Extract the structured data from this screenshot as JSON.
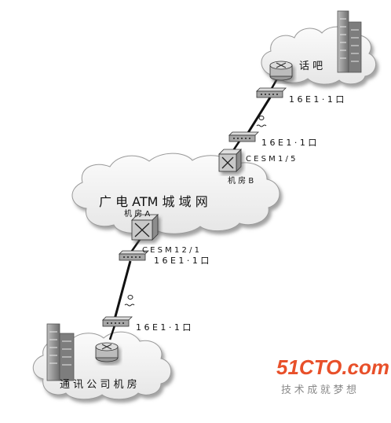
{
  "nodes": {
    "internet_cafe": "话  吧",
    "cloud_title": "广  电  ATM  城  域  网",
    "room_a": "机  房  A",
    "room_b": "机  房  B",
    "telecom_room": "通  讯  公  司  机  房"
  },
  "modules": {
    "cesm_b": "C E S M 1 / 5",
    "cesm_a": "C E S M 1 2 / 1"
  },
  "ports": {
    "p1": "1 6 E 1 · 1 口",
    "p2": "1 6 E 1 · 1 口",
    "p3": "1 6 E 1 · 1 口",
    "p4": "1 6 E 1 · 1 口"
  },
  "watermark": {
    "brand": "51CTO.com",
    "slogan": "技 术 成 就 梦 想"
  },
  "colors": {
    "brand_red": "#e8502a",
    "slogan_gray": "#8a8a8a",
    "link": "#111111"
  }
}
